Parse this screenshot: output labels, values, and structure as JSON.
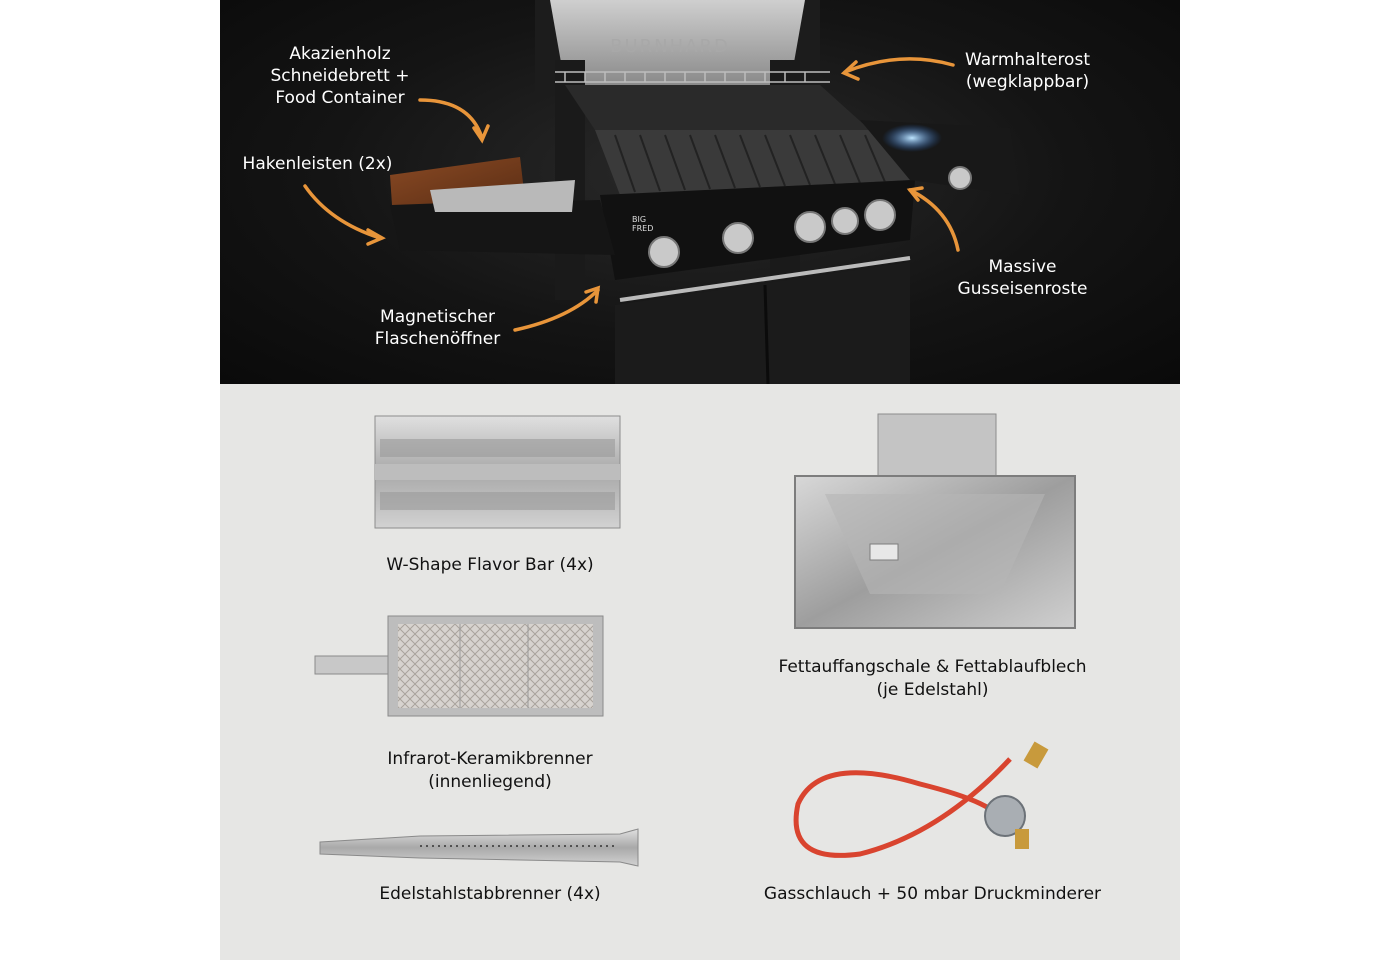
{
  "grill_labels": {
    "board_line1": "Akazienholz",
    "board_line2": "Schneidebrett +",
    "board_line3": "Food Container",
    "hooks": "Hakenleisten (2x)",
    "opener_line1": "Magnetischer",
    "opener_line2": "Flaschenöffner",
    "rack_line1": "Warmhalterost",
    "rack_line2": "(wegklappbar)",
    "grates_line1": "Massive",
    "grates_line2": "Gusseisenroste"
  },
  "grill_brand": {
    "lid": "BURNHARD",
    "model_line1": "BIG",
    "model_line2": "FRED"
  },
  "parts": {
    "flavor_bar": "W-Shape Flavor Bar (4x)",
    "infrared_line1": "Infrarot-Keramikbrenner",
    "infrared_line2": "(innenliegend)",
    "tube_burner": "Edelstahlstabbrenner (4x)",
    "drip_line1": "Fettauffangschale & Fettablaufblech",
    "drip_line2": "(je Edelstahl)",
    "gas_hose": "Gasschlauch + 50 mbar Druckminderer"
  },
  "colors": {
    "arrow": "#e8953a",
    "dark_bg": "#111111",
    "light_bg": "#e6e6e4",
    "hose": "#d9442f"
  }
}
